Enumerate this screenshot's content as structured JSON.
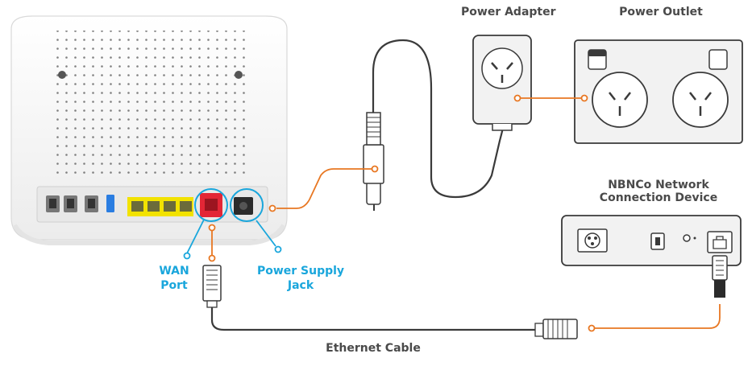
{
  "labels": {
    "power_adapter": "Power Adapter",
    "power_outlet": "Power Outlet",
    "nbn_device_line1": "NBNCo Network",
    "nbn_device_line2": "Connection Device",
    "wan_port_line1": "WAN",
    "wan_port_line2": "Port",
    "power_jack_line1": "Power Supply",
    "power_jack_line2": "Jack",
    "ethernet_cable": "Ethernet Cable"
  },
  "colors": {
    "callout_orange": "#e87722",
    "callout_blue": "#19a6dc",
    "wan_port_red": "#e32636",
    "lan_port_yellow": "#f2e200",
    "usb_blue": "#2a7de1",
    "outline": "#3a3a3a",
    "device_fill": "#f2f2f2",
    "router_fill": "#f7f7f7"
  },
  "icons": {
    "router": "router-rear-view",
    "power_adapter": "wall-plug-adapter-icon",
    "power_outlet": "double-power-outlet-icon",
    "nbn_device": "nbn-connection-device-icon",
    "ethernet_connector": "rj45-plug-icon",
    "dc_plug": "dc-barrel-plug-icon"
  }
}
